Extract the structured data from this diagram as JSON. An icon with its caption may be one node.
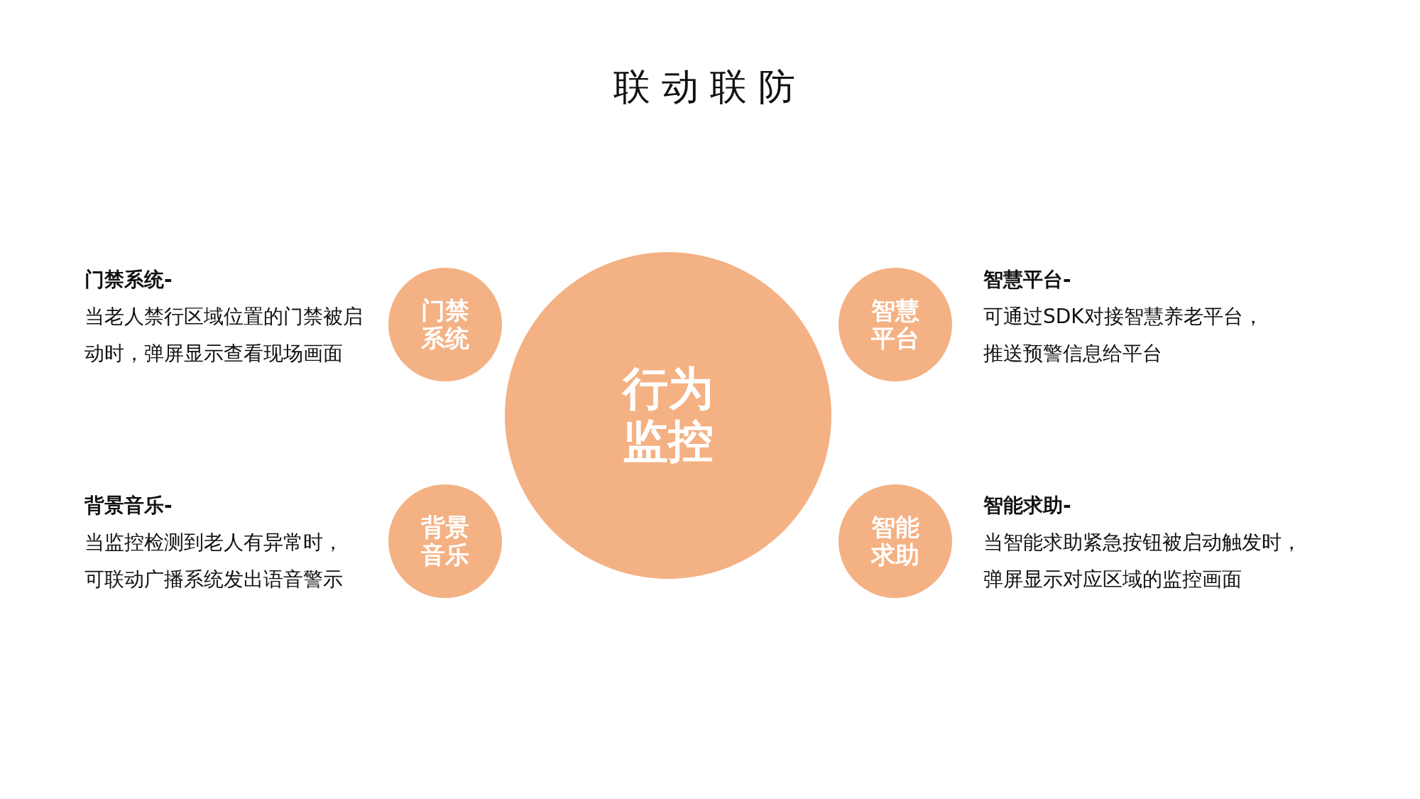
{
  "diagram": {
    "title": "联动联防",
    "nodes": [
      {
        "text": [
          "行为监控"
        ]
      },
      {
        "text": [
          "门禁系统"
        ],
        "beside": [
          "门禁系统-",
          "当老人禁行区域位置的门禁被启动时，弹屏显示查看现场画面"
        ]
      },
      {
        "text": [
          "智慧平台"
        ],
        "beside": [
          "智慧平台-",
          "可通过SDK对接智慧养老平台，推送预警信息给平台"
        ]
      },
      {
        "text": [
          "背景音乐"
        ],
        "beside": [
          "背景音乐-",
          "当监控检测到老人有异常时，可联动广播系统发出语音警示"
        ]
      },
      {
        "text": [
          "智能求助"
        ],
        "beside": [
          "智能求助-",
          "当智能求助紧急按钮被启动触发时，弹屏显示对应区域的监控画面"
        ]
      }
    ],
    "edges": []
  }
}
